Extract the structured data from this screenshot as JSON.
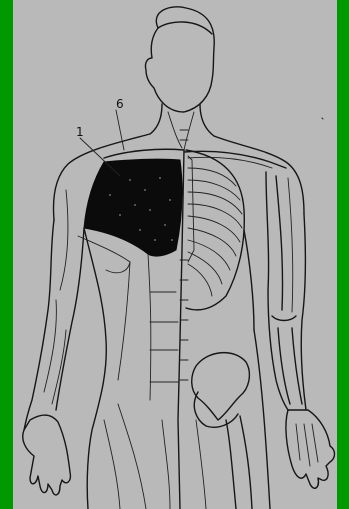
{
  "diagram": {
    "labels": [
      {
        "id": "1",
        "text": "1"
      },
      {
        "id": "6",
        "text": "6"
      }
    ],
    "colors": {
      "frame": "#009a00",
      "background": "#b9b9b9",
      "ink": "#161616",
      "highlight_muscle": "#0b0b0b"
    }
  }
}
